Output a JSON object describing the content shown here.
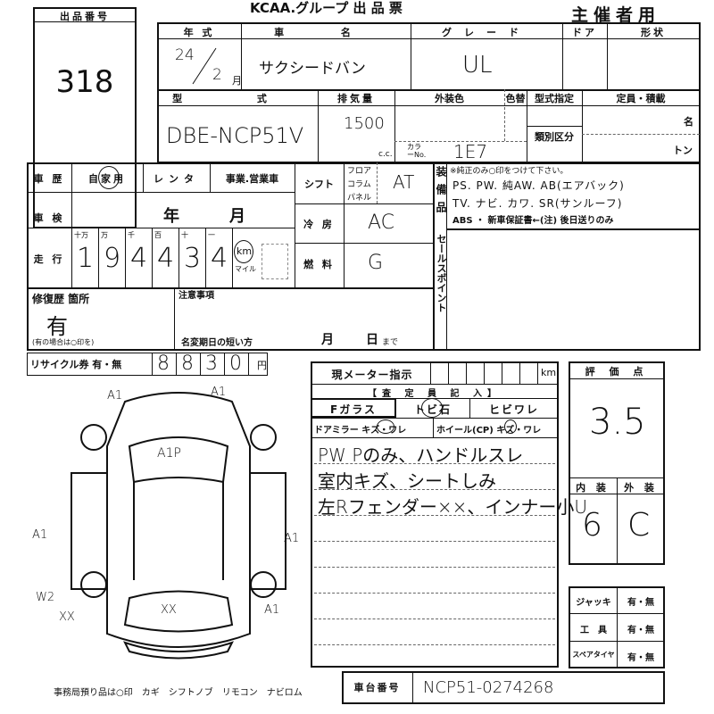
{
  "header": {
    "title": "KCAA.グループ 出 品 票",
    "organizer": "主催者用"
  },
  "lot": {
    "label": "出品番号",
    "number": "318"
  },
  "vehicle": {
    "year_label": "年 式",
    "year": "24",
    "month": "2",
    "month_unit": "月",
    "name_label": "車 名",
    "name": "サクシードバン",
    "grade_label": "グレード",
    "grade": "UL",
    "door_label": "ドア",
    "shape_label": "形状",
    "model_label": "型 式",
    "model": "DBE-NCP51V",
    "displacement_label": "排気量",
    "displacement": "1500",
    "cc": "c.c.",
    "color_label": "外装色",
    "color_change_label": "色替",
    "color_no_label": "カラーNo.",
    "color_no": "1E7",
    "type_designation_label": "型式指定",
    "category_label": "類別区分",
    "capacity_label": "定員・積載",
    "persons_unit": "名",
    "tons_unit": "トン"
  },
  "history": {
    "label": "車 歴",
    "options": [
      "自家用",
      "レンタ",
      "事業.営業車"
    ],
    "selected": "自家用"
  },
  "inspection": {
    "label": "車 検",
    "year_unit": "年",
    "month_unit": "月"
  },
  "mileage": {
    "label": "走 行",
    "digit_labels": [
      "十万",
      "万",
      "千",
      "百",
      "十",
      "一"
    ],
    "digits": [
      "1",
      "9",
      "4",
      "4",
      "3",
      "4"
    ],
    "unit_km": "km",
    "unit_mile": "マイル"
  },
  "shift": {
    "label": "シフト",
    "options": [
      "フロア",
      "コラム",
      "パネル"
    ],
    "value": "AT"
  },
  "ac": {
    "label": "冷 房",
    "value": "AC"
  },
  "fuel": {
    "label": "燃 料",
    "value": "G"
  },
  "equipment": {
    "label": "装備品",
    "note": "※純正のみ○印をつけて下さい。",
    "line1": "PS. PW. 純AW. AB(エアバック)",
    "line2": "TV. ナビ. カワ. SR(サンルーフ)",
    "line3": "ABS ・ 新車保証書←(注) 後日送りのみ"
  },
  "sale_point": {
    "label": "セールスポイント"
  },
  "repair": {
    "label": "修復歴 箇所",
    "value": "有",
    "note": "(有の場合は○印を)"
  },
  "notes": {
    "label": "注意事項",
    "name_change": "名変期日の短い方",
    "month": "月",
    "day": "日",
    "until": "まで"
  },
  "recycle": {
    "label": "リサイクル券 有・無",
    "digits": [
      "8",
      "8",
      "3",
      "0"
    ],
    "unit": "円"
  },
  "meter": {
    "label": "現メーター指示",
    "unit": "km"
  },
  "inspector": {
    "label": "【査 定 員 記 入】",
    "fglass": "Fガラス",
    "chip": "トビ石",
    "crack": "ヒビワレ",
    "door_mirror": "ドアミラー キズ・ワレ",
    "wheel": "ホイール(CP) キズ・ワレ",
    "remarks": [
      "PW Pのみ、ハンドルスレ",
      "室内キズ、シートしみ",
      "左Rフェンダー××、インナー小U"
    ]
  },
  "score": {
    "label": "評 価 点",
    "value": "3.5",
    "interior_label": "内 装",
    "exterior_label": "外 装",
    "interior": "6",
    "exterior": "C"
  },
  "accessories": [
    {
      "label": "ジャッキ",
      "value": "有・無"
    },
    {
      "label": "工　具",
      "value": "有・無"
    },
    {
      "label": "スペアタイヤ",
      "value": "有・無"
    }
  ],
  "chassis": {
    "label": "車台番号",
    "value": "NCP51-0274268"
  },
  "diagram": {
    "marks": [
      "A1",
      "A1",
      "A1P",
      "A1",
      "A1",
      "W2",
      "XX",
      "XX",
      "A1"
    ]
  },
  "footer": {
    "text": "事務局預り品は○印　カギ　シフトノブ　リモコン　ナビロム"
  }
}
